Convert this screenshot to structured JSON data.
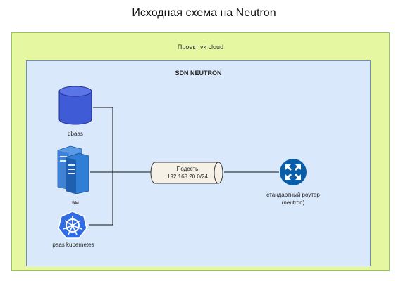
{
  "title": "Исходная схема на Neutron",
  "project": {
    "label": "Проект vk cloud"
  },
  "sdn": {
    "label": "SDN NEUTRON"
  },
  "nodes": {
    "dbaas": {
      "label": "dbaas"
    },
    "vm": {
      "label": "вм"
    },
    "k8s": {
      "label": "paas kubernetes"
    },
    "subnet": {
      "line1": "Подсеть",
      "line2": "192.168.20.0/24"
    },
    "router": {
      "line1": "стандартный роутер",
      "line2": "(neutron)"
    }
  },
  "colors": {
    "project_fill": "#e6f7a1",
    "project_border": "#9cc25a",
    "sdn_fill": "#dae8fc",
    "sdn_border": "#6c8ebf",
    "dbaas_icon": "#3f5bd6",
    "vm_icon": "#2f7fd6",
    "k8s_icon": "#326ce5",
    "router_icon": "#0a5ea8",
    "subnet_fill": "#f5f1e6"
  }
}
